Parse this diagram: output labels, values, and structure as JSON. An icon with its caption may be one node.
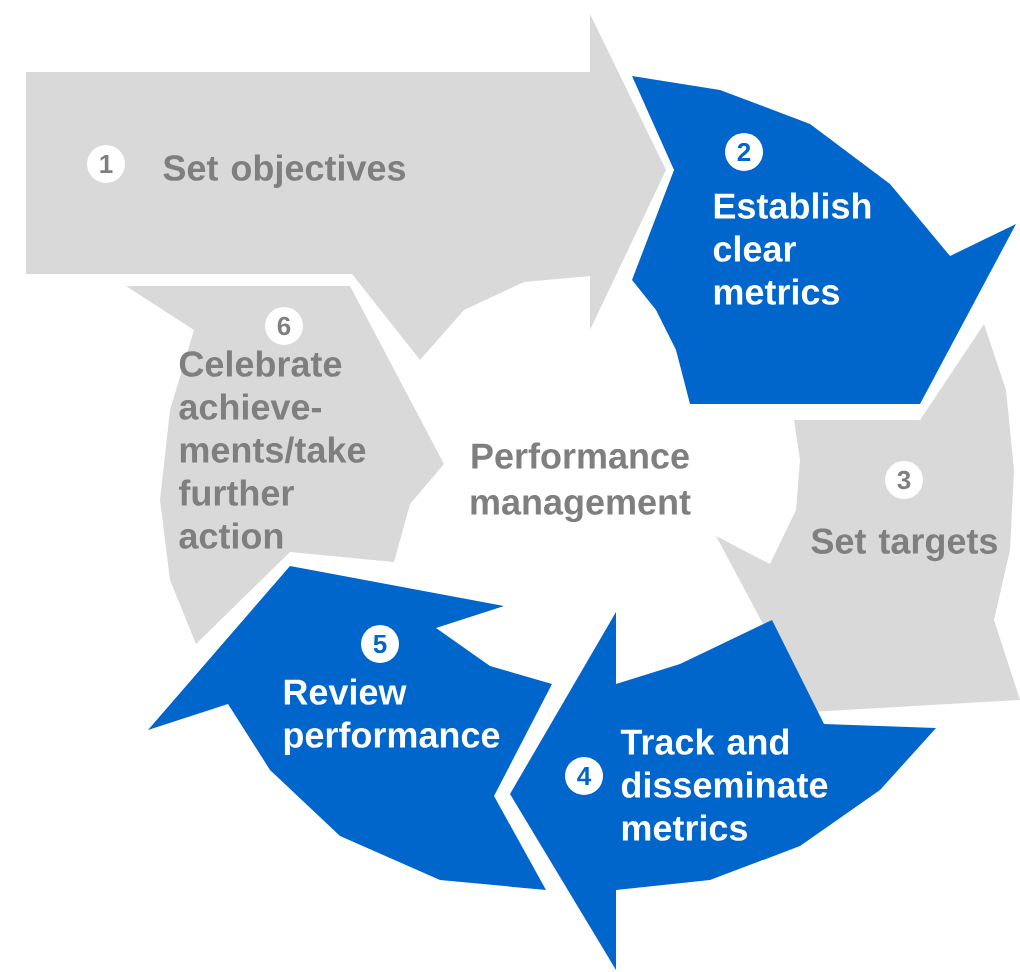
{
  "diagram": {
    "nodes": [
      {
        "text": [
          "1",
          "Set objectives"
        ]
      },
      {
        "text": [
          "2",
          "Establish clear metrics"
        ]
      },
      {
        "text": [
          "3",
          "Set targets"
        ]
      },
      {
        "text": [
          "4",
          "Track and disseminate metrics"
        ]
      },
      {
        "text": [
          "5",
          "Review performance"
        ]
      },
      {
        "text": [
          "6",
          "Celebrate achieve- ments/take further action"
        ]
      }
    ],
    "labels": [
      "Performance management"
    ]
  }
}
